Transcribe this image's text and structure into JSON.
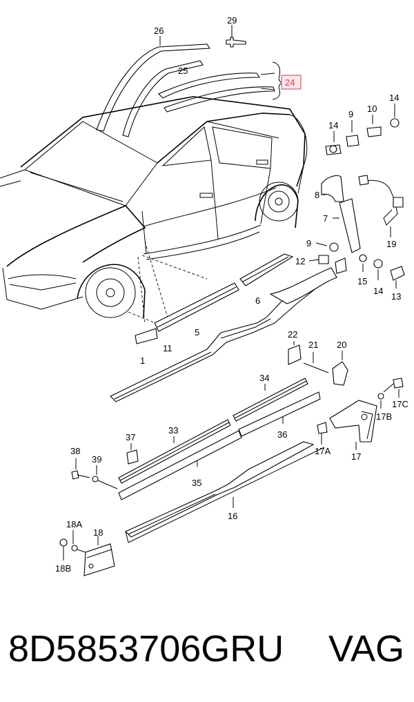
{
  "diagram": {
    "callouts": {
      "c1": "1",
      "c5": "5",
      "c6": "6",
      "c7": "7",
      "c8": "8",
      "c9a": "9",
      "c9b": "9",
      "c10": "10",
      "c11": "11",
      "c12": "12",
      "c13": "13",
      "c14a": "14",
      "c14b": "14",
      "c14c": "14",
      "c15": "15",
      "c16": "16",
      "c17": "17",
      "c17a": "17A",
      "c17b": "17B",
      "c17c": "17C",
      "c18": "18",
      "c18a": "18A",
      "c18b": "18B",
      "c19": "19",
      "c20": "20",
      "c21": "21",
      "c22": "22",
      "c24": "24",
      "c25": "25",
      "c26": "26",
      "c29": "29",
      "c33": "33",
      "c34": "34",
      "c35": "35",
      "c36": "36",
      "c37": "37",
      "c38": "38",
      "c39": "39"
    },
    "highlight_color": "#d04050"
  },
  "footer": {
    "part_number": "8D5853706GRU",
    "brand": "VAG"
  }
}
